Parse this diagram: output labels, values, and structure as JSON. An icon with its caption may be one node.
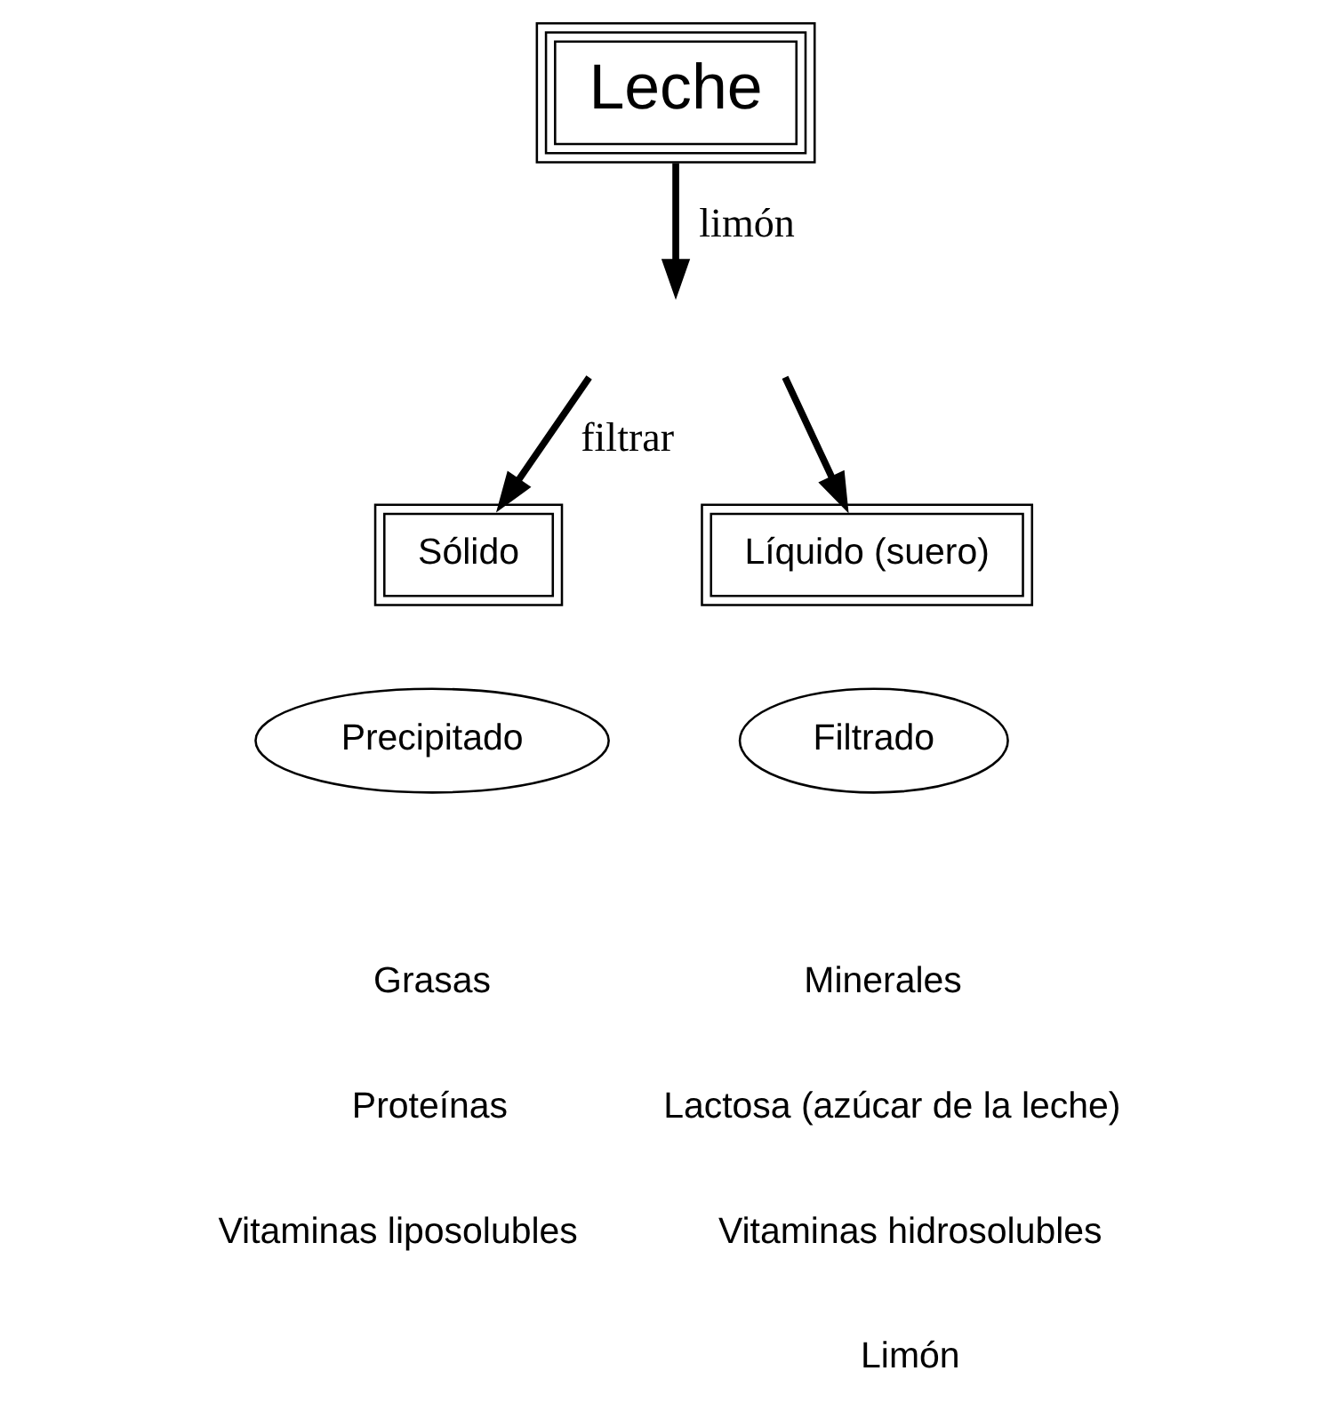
{
  "diagram": {
    "nodes": [
      {
        "text": [
          "Leche"
        ]
      },
      {
        "text": [
          "Sólido"
        ]
      },
      {
        "text": [
          "Precipitado"
        ]
      },
      {
        "text": [
          "Líquido (suero)"
        ]
      },
      {
        "text": [
          "Filtrado"
        ]
      }
    ],
    "edges": [
      {
        "from": 0,
        "to": null,
        "arrow": "to",
        "label": "limón"
      },
      {
        "from": null,
        "to": 1,
        "arrow": "to",
        "label": "filtrar"
      },
      {
        "from": null,
        "to": 3,
        "arrow": "to"
      }
    ],
    "labels": [
      "Grasas",
      "Proteínas",
      "Vitaminas liposolubles",
      "Minerales",
      "Lactosa (azúcar de la leche)",
      "Vitaminas hidrosolubles",
      "Limón"
    ]
  }
}
